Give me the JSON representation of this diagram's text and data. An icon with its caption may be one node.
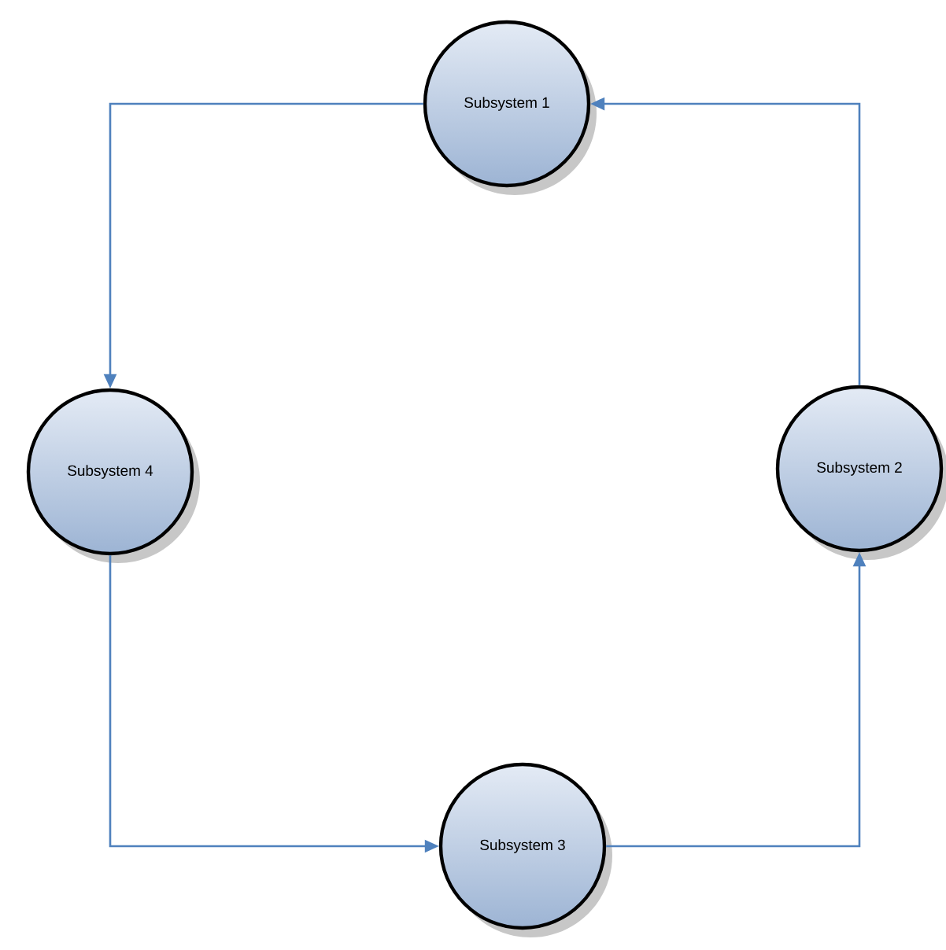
{
  "diagram": {
    "nodes": [
      {
        "text": [
          "Subsystem 1"
        ]
      },
      {
        "text": [
          "Subsystem 2"
        ]
      },
      {
        "text": [
          "Subsystem 3"
        ]
      },
      {
        "text": [
          "Subsystem 4"
        ]
      }
    ],
    "edges": [
      {
        "from": 0,
        "to": 3,
        "arrow": "to"
      },
      {
        "from": 3,
        "to": 2,
        "arrow": "to"
      },
      {
        "from": 2,
        "to": 1,
        "arrow": "to"
      },
      {
        "from": 1,
        "to": 0,
        "arrow": "to"
      }
    ]
  }
}
